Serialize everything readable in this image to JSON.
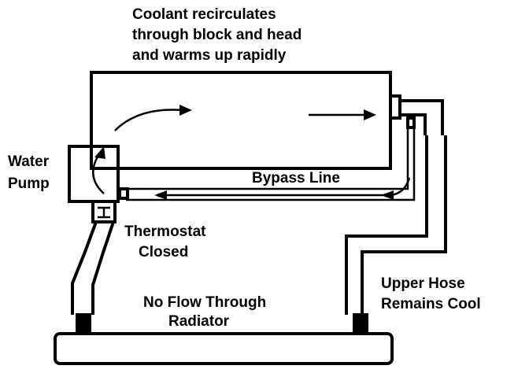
{
  "labels": {
    "top_line1": "Coolant recirculates",
    "top_line2": "through block and head",
    "top_line3": "and warms up rapidly",
    "pump_line1": "Water",
    "pump_line2": "Pump",
    "bypass": "Bypass Line",
    "thermostat_line1": "Thermostat",
    "thermostat_line2": "Closed",
    "radiator_line1": "No Flow Through",
    "radiator_line2": "Radiator",
    "hose_line1": "Upper Hose",
    "hose_line2": "Remains Cool"
  },
  "colors": {
    "stroke": "#000000",
    "background": "#ffffff"
  }
}
